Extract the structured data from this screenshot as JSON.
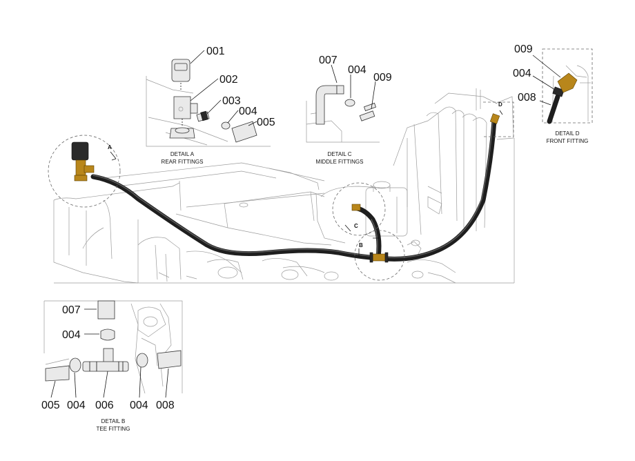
{
  "part_labels": {
    "a_001": "001",
    "a_002": "002",
    "a_003": "003",
    "a_004": "004",
    "a_005": "005",
    "c_007": "007",
    "c_004": "004",
    "c_009": "009",
    "d_009": "009",
    "d_004": "004",
    "d_008": "008",
    "b_007": "007",
    "b_004": "004",
    "b_bottom_005": "005",
    "b_bottom_004a": "004",
    "b_bottom_006": "006",
    "b_bottom_004b": "004",
    "b_bottom_008": "008"
  },
  "details": {
    "a": {
      "title": "DETAIL  A",
      "subtitle": "REAR FITTINGS"
    },
    "c": {
      "title": "DETAIL  C",
      "subtitle": "MIDDLE FITTINGS"
    },
    "d": {
      "title": "DETAIL  D",
      "subtitle": "FRONT FITTING"
    },
    "b": {
      "title": "DETAIL  B",
      "subtitle": "TEE FITTING"
    }
  },
  "callout_letters": {
    "a": "A",
    "b": "B",
    "c": "C",
    "d": "D"
  },
  "colors": {
    "hose": "#1e1e1e",
    "brass": "#b8861b",
    "line": "#555555"
  }
}
